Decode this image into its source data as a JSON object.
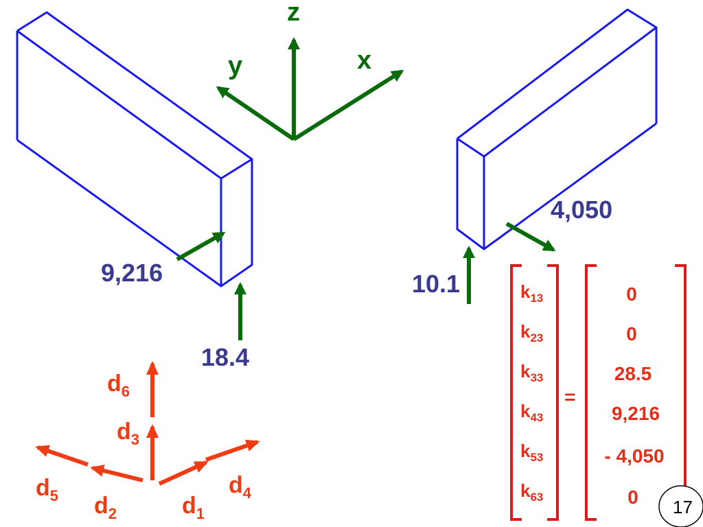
{
  "colors": {
    "block": "#1a1aee",
    "axis": "#0a6b0a",
    "force": "#0a6b0a",
    "force_label": "#3a3a8e",
    "dof": "#f03c14",
    "matrix": "#dd1a1a",
    "k_text": "#e0301a",
    "page_circle": "#000000"
  },
  "axes": {
    "x": "x",
    "y": "y",
    "z": "z"
  },
  "left_block": {
    "moment_label": "9,216",
    "shear_label": "18.4"
  },
  "right_block": {
    "moment_label": "4,050",
    "shear_label": "10.1"
  },
  "dofs": [
    {
      "name": "d",
      "sub": "1"
    },
    {
      "name": "d",
      "sub": "2"
    },
    {
      "name": "d",
      "sub": "3"
    },
    {
      "name": "d",
      "sub": "4"
    },
    {
      "name": "d",
      "sub": "5"
    },
    {
      "name": "d",
      "sub": "6"
    }
  ],
  "equation": {
    "lhs": [
      {
        "name": "k",
        "sub": "13"
      },
      {
        "name": "k",
        "sub": "23"
      },
      {
        "name": "k",
        "sub": "33"
      },
      {
        "name": "k",
        "sub": "43"
      },
      {
        "name": "k",
        "sub": "53"
      },
      {
        "name": "k",
        "sub": "63"
      }
    ],
    "equals": "=",
    "rhs": [
      "0",
      "0",
      "28.5",
      "9,216",
      "- 4,050",
      "0"
    ]
  },
  "page_number": "17"
}
